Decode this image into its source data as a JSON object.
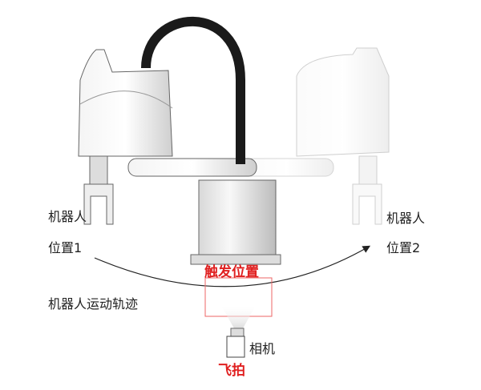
{
  "labels": {
    "pos1_line1": "机器人",
    "pos1_line2": "位置1",
    "pos2_line1": "机器人",
    "pos2_line2": "位置2",
    "trajectory": "机器人运动轨迹",
    "trigger": "触发位置",
    "camera": "相机",
    "flying_shot": "飞拍"
  },
  "colors": {
    "accent": "#e02020"
  }
}
